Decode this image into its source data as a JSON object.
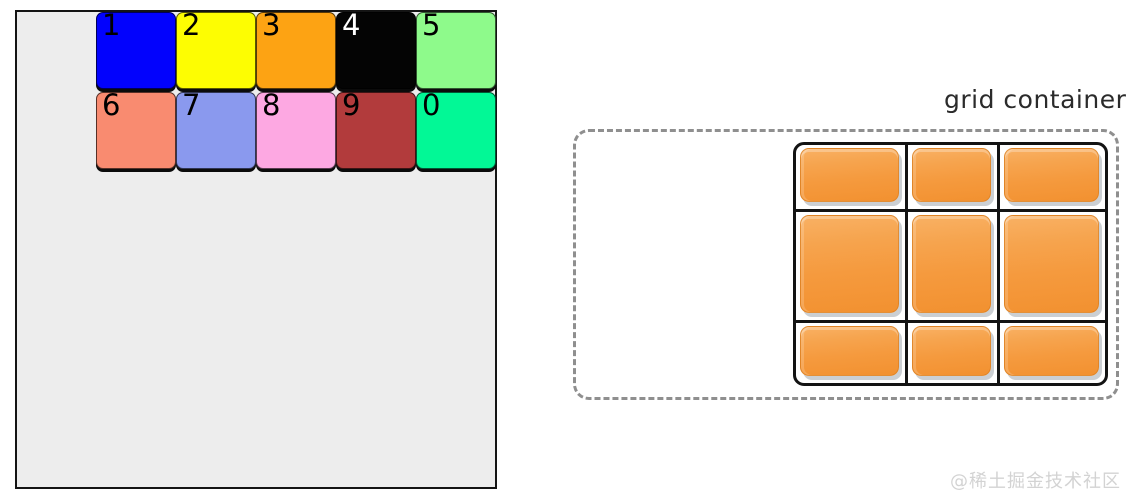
{
  "left_panel": {
    "background": "#ededed",
    "items": [
      {
        "label": "1",
        "color": "#0202fd",
        "text_color": "#000000"
      },
      {
        "label": "2",
        "color": "#fdfd02",
        "text_color": "#000000"
      },
      {
        "label": "3",
        "color": "#fda313",
        "text_color": "#000000"
      },
      {
        "label": "4",
        "color": "#040404",
        "text_color": "#ffffff"
      },
      {
        "label": "5",
        "color": "#8efa8b",
        "text_color": "#000000"
      },
      {
        "label": "6",
        "color": "#f98b70",
        "text_color": "#000000"
      },
      {
        "label": "7",
        "color": "#8a99ee",
        "text_color": "#000000"
      },
      {
        "label": "8",
        "color": "#fda8e2",
        "text_color": "#000000"
      },
      {
        "label": "9",
        "color": "#b23b3c",
        "text_color": "#000000"
      },
      {
        "label": "0",
        "color": "#02f896",
        "text_color": "#000000"
      }
    ]
  },
  "diagram": {
    "label": "grid container",
    "rows": 3,
    "cols": 3,
    "tile_color": "#f59a3e",
    "tile_highlight": "#f9b164",
    "outline_color": "#8f8f8f",
    "line_color": "#131313"
  },
  "watermark": "@稀土掘金技术社区"
}
